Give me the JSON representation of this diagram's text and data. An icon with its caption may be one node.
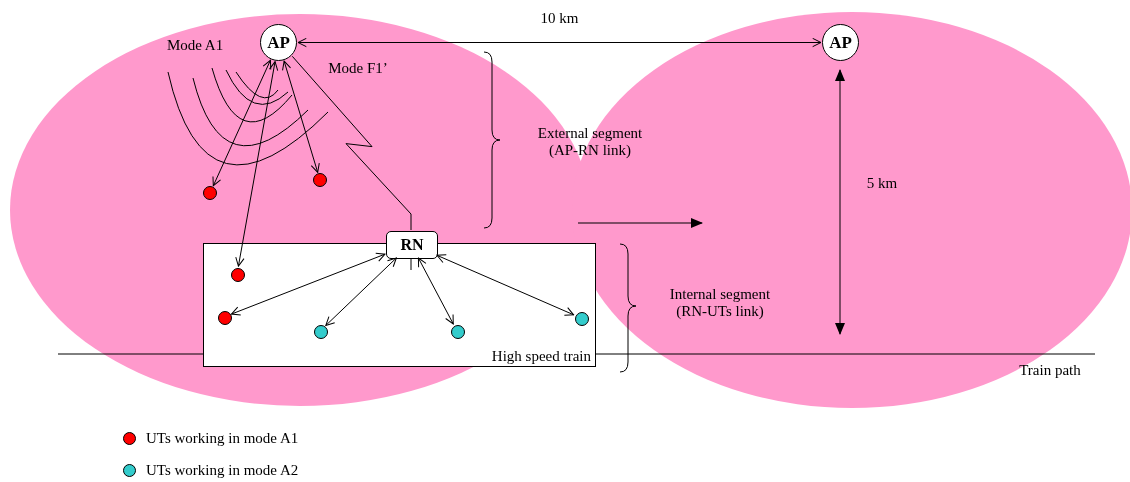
{
  "diagram": {
    "nodes": [
      {
        "text": [
          "AP"
        ]
      },
      {
        "text": [
          "AP"
        ]
      },
      {
        "text": [
          "High speed train"
        ]
      },
      {
        "text": [
          "RN"
        ],
        "in": 2
      },
      {
        "text": [],
        "shape": "circle"
      },
      {
        "text": [],
        "shape": "circle"
      },
      {
        "text": [],
        "shape": "circle",
        "in": 2
      },
      {
        "text": [],
        "shape": "circle",
        "in": 2
      },
      {
        "text": [],
        "shape": "circle",
        "in": 2
      },
      {
        "text": [],
        "shape": "circle",
        "in": 2
      },
      {
        "text": [],
        "shape": "circle",
        "in": 2
      }
    ],
    "edges": [
      {
        "from": 0,
        "to": 4,
        "arrow": "both"
      },
      {
        "from": 0,
        "to": 6,
        "arrow": "both"
      },
      {
        "from": 0,
        "to": 5,
        "arrow": "both"
      },
      {
        "from": 0,
        "to": 3,
        "arrow": "none"
      },
      {
        "from": 3,
        "to": 7,
        "arrow": "both"
      },
      {
        "from": 3,
        "to": 8,
        "arrow": "both"
      },
      {
        "from": 3,
        "to": 9,
        "arrow": "both"
      },
      {
        "from": 3,
        "to": 10,
        "arrow": "both"
      },
      {
        "from": 0,
        "to": 1,
        "arrow": "both",
        "label": "10 km"
      }
    ],
    "labels": [
      "Mode A1",
      "Mode F1’",
      "External segment (AP-RN link)",
      "5 km",
      "Internal segment (RN-UTs link)",
      "Train path"
    ],
    "legend": [
      {
        "text": "UTs working in mode A1",
        "color": "#ff0000"
      },
      {
        "text": "UTs working in mode A2",
        "color": "#33cccc"
      }
    ]
  }
}
